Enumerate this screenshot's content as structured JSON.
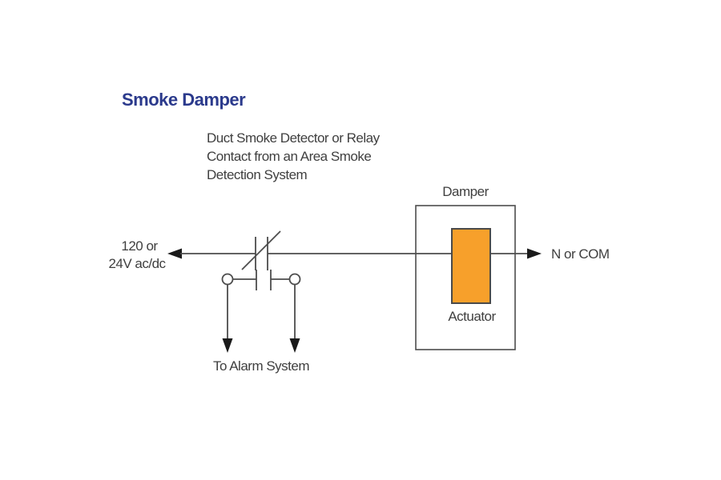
{
  "title": {
    "text": "Smoke Damper",
    "color": "#2b3a8c"
  },
  "note": {
    "lines": [
      "Duct Smoke Detector or Relay",
      "Contact from an Area Smoke",
      "Detection System"
    ]
  },
  "labels": {
    "source_line1": "120 or",
    "source_line2": "24V ac/dc",
    "damper": "Damper",
    "actuator": "Actuator",
    "output": "N or COM",
    "alarm": "To Alarm System"
  },
  "colors": {
    "accent_orange": "#f7a02b",
    "line_gray": "#4c4c4c",
    "text_gray": "#3f3f3f",
    "title_blue": "#2b3a8c",
    "background": "#ffffff"
  }
}
